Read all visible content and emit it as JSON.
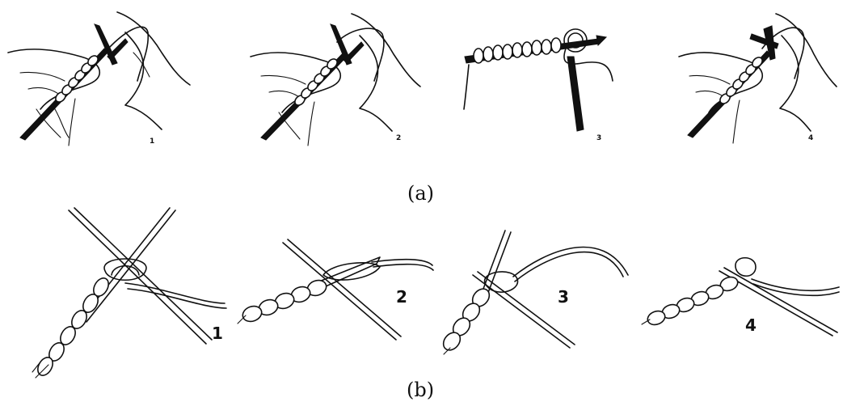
{
  "row_a": {
    "caption": "(a)",
    "steps": [
      {
        "number": "1"
      },
      {
        "number": "2"
      },
      {
        "number": "3"
      },
      {
        "number": "4"
      }
    ]
  },
  "row_b": {
    "caption": "(b)",
    "steps": [
      {
        "number": "1"
      },
      {
        "number": "2"
      },
      {
        "number": "3"
      },
      {
        "number": "4"
      }
    ]
  }
}
